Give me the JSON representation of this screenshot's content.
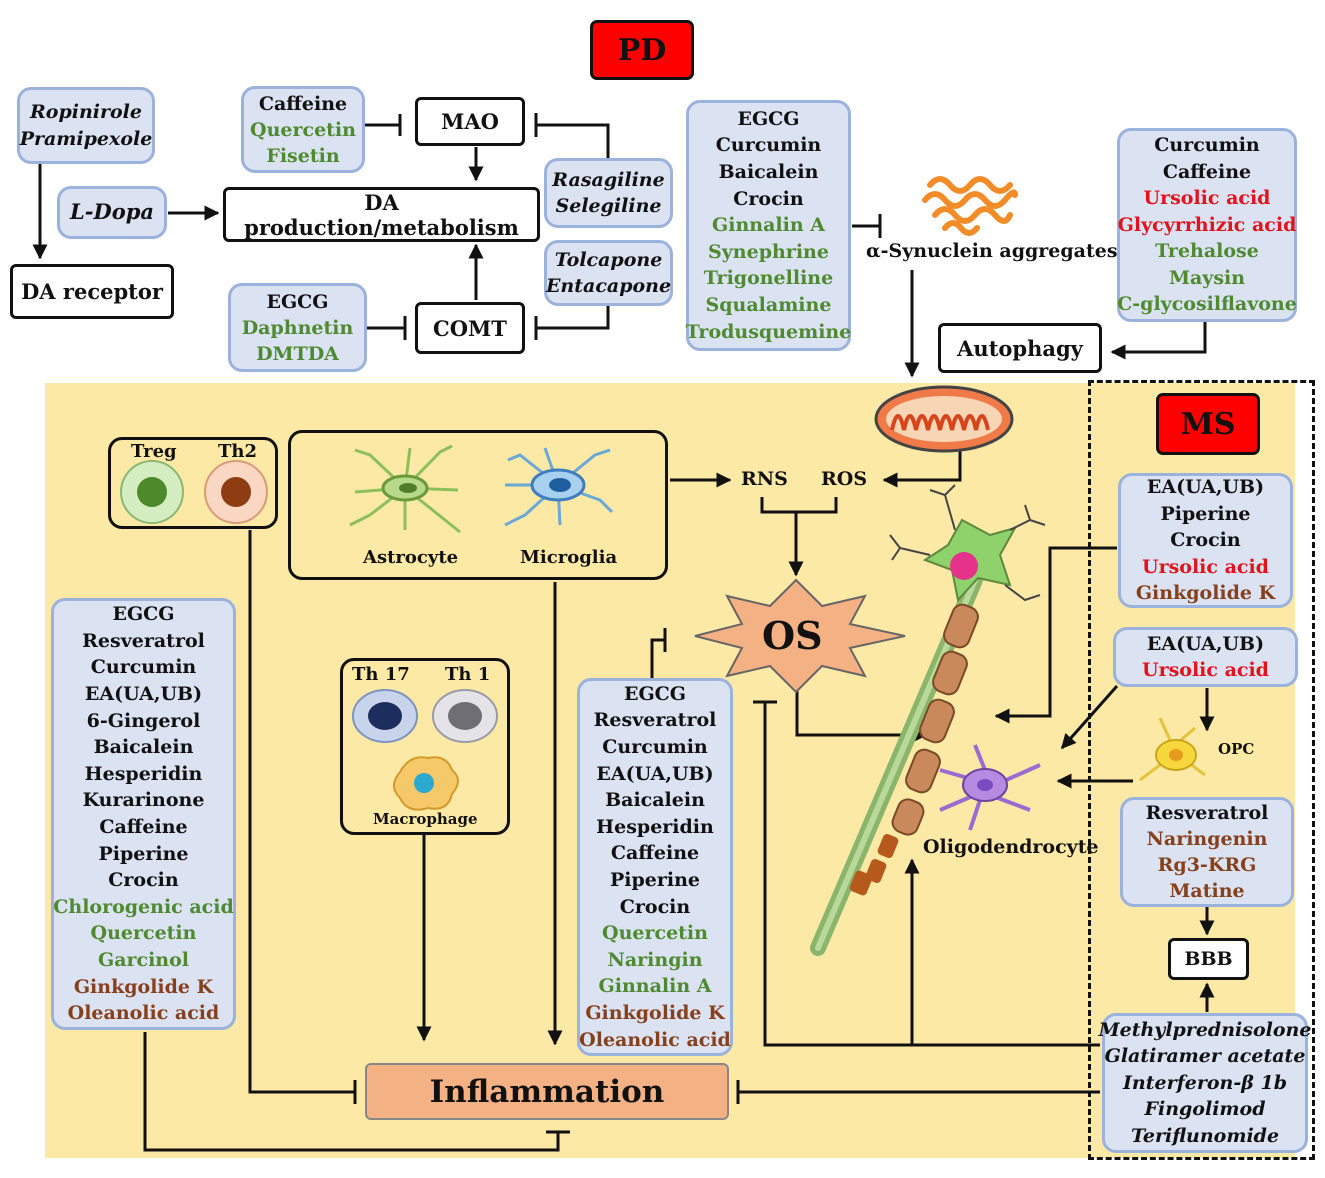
{
  "badges": {
    "pd": "PD",
    "ms": "MS"
  },
  "nodes": {
    "mao": "MAO",
    "da_production": "DA production/metabolism",
    "da_receptor": "DA receptor",
    "comt": "COMT",
    "synuclein": "α-Synuclein aggregates",
    "autophagy": "Autophagy",
    "rns": "RNS",
    "ros": "ROS",
    "os": "OS",
    "inflammation": "Inflammation",
    "bbb": "BBB",
    "opc": "OPC",
    "oligodendrocyte": "Oligodendrocyte"
  },
  "cells": {
    "treg": "Treg",
    "th2": "Th2",
    "astrocyte": "Astrocyte",
    "microglia": "Microglia",
    "th17": "Th 17",
    "th1": "Th 1",
    "macrophage": "Macrophage"
  },
  "lists": {
    "dopamine_agonists": [
      "Ropinirole",
      "Pramipexole"
    ],
    "ldopa": [
      "L-Dopa"
    ],
    "mao_inhibitors_natural": [
      "Caffeine",
      "Quercetin",
      "Fisetin"
    ],
    "mao_inhibitors_drugs": [
      "Rasagiline",
      "Selegiline"
    ],
    "comt_inhibitors_drugs": [
      "Tolcapone",
      "Entacapone"
    ],
    "comt_inhibitors_natural": [
      "EGCG",
      "Daphnetin",
      "DMTDA"
    ],
    "synuclein_inhibitors": [
      "EGCG",
      "Curcumin",
      "Baicalein",
      "Crocin",
      "Ginnalin A",
      "Synephrine",
      "Trigonelline",
      "Squalamine",
      "Trodusquemine"
    ],
    "autophagy_inducers": [
      "Curcumin",
      "Caffeine",
      "Ursolic acid",
      "Glycyrrhizic acid",
      "Trehalose",
      "Maysin",
      "C-glycosilflavone"
    ],
    "inflammation_inhibitors": [
      "EGCG",
      "Resveratrol",
      "Curcumin",
      "EA(UA,UB)",
      "6-Gingerol",
      "Baicalein",
      "Hesperidin",
      "Kurarinone",
      "Caffeine",
      "Piperine",
      "Crocin",
      "Chlorogenic acid",
      "Quercetin",
      "Garcinol",
      "Ginkgolide K",
      "Oleanolic acid"
    ],
    "os_inhibitors": [
      "EGCG",
      "Resveratrol",
      "Curcumin",
      "EA(UA,UB)",
      "Baicalein",
      "Hesperidin",
      "Caffeine",
      "Piperine",
      "Crocin",
      "Quercetin",
      "Naringin",
      "Ginnalin A",
      "Ginkgolide K",
      "Oleanolic acid"
    ],
    "ms_neuron": [
      "EA(UA,UB)",
      "Piperine",
      "Crocin",
      "Ursolic acid",
      "Ginkgolide K"
    ],
    "ms_opc": [
      "EA(UA,UB)",
      "Ursolic acid"
    ],
    "ms_bbb": [
      "Resveratrol",
      "Naringenin",
      "Rg3-KRG",
      "Matine"
    ],
    "ms_drugs": [
      "Methylprednisolone",
      "Glatiramer acetate",
      "Interferon-β 1b",
      "Fingolimod",
      "Teriflunomide"
    ]
  },
  "colors": {
    "green_text": "#4e8a2f",
    "red_text": "#e3121c",
    "brown_text": "#86401c",
    "box_fill": "#dbe2f2",
    "box_border": "#9bb2dc",
    "panel_bg": "#fde9a6",
    "badge_red": "#ff0000",
    "os_fill": "#f4b183",
    "inflammation_fill": "#f4b183"
  }
}
